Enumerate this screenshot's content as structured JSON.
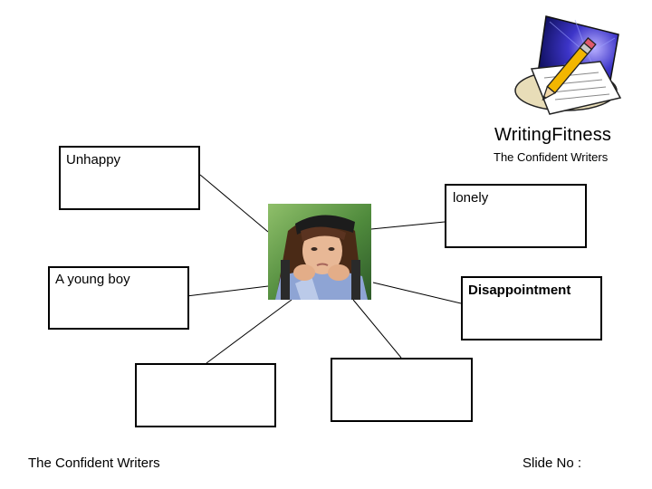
{
  "brand": {
    "title": "WritingFitness",
    "subtitle": "The Confident Writers"
  },
  "center": {
    "image_description": "boy-thinking-photo"
  },
  "nodes": [
    {
      "label": "Unhappy"
    },
    {
      "label": "A young boy"
    },
    {
      "label": "lonely"
    },
    {
      "label": "Disappointment"
    },
    {
      "label": ""
    },
    {
      "label": ""
    }
  ],
  "footer": {
    "left": "The Confident Writers",
    "right": "Slide No :"
  }
}
